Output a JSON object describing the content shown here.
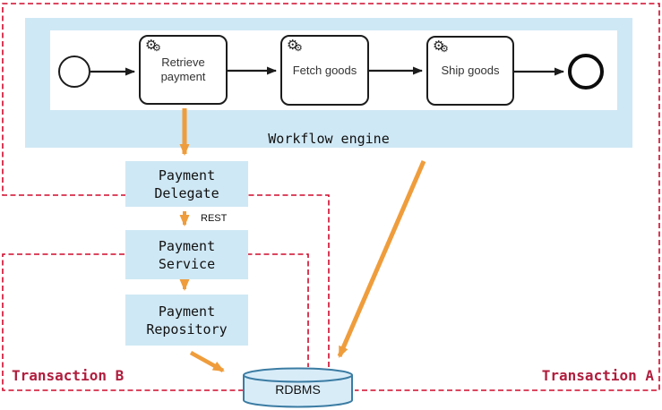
{
  "workflow": {
    "label": "Workflow engine",
    "tasks": [
      {
        "lines": [
          "Retrieve",
          "payment"
        ]
      },
      {
        "lines": [
          "Fetch goods"
        ]
      },
      {
        "lines": [
          "Ship goods"
        ]
      }
    ]
  },
  "components": [
    {
      "lines": [
        "Payment",
        "Delegate"
      ]
    },
    {
      "lines": [
        "Payment",
        "Service"
      ]
    },
    {
      "lines": [
        "Payment",
        "Repository"
      ]
    }
  ],
  "connector_label": "REST",
  "database": {
    "label": "RDBMS"
  },
  "transactions": {
    "a": "Transaction A",
    "b": "Transaction B"
  },
  "icons": {
    "service_task_gear": "⚙"
  },
  "colors": {
    "container_fill": "#cfe8f5",
    "database_fill": "#d8ecf8",
    "database_stroke": "#3b7ca3",
    "arrow_orange": "#ef9d3c",
    "transaction_border": "#cf0a2c",
    "transaction_label": "#b01e3e"
  }
}
